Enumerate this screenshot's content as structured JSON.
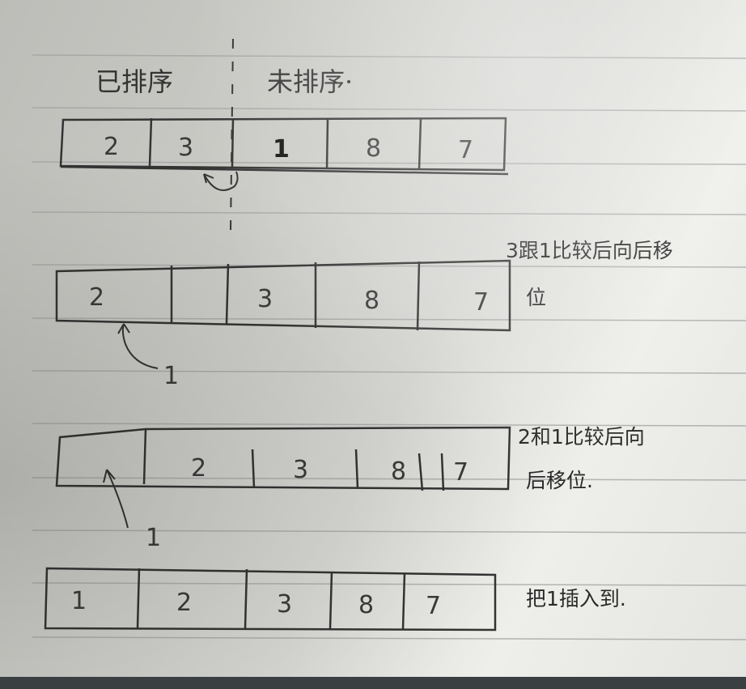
{
  "photo": {
    "labels": {
      "sorted": "已排序",
      "unsorted": "未排序·"
    },
    "rows": [
      {
        "cells": [
          "2",
          "3",
          "1",
          "8",
          "7"
        ]
      },
      {
        "cells": [
          "2",
          "",
          "3",
          "8",
          "7"
        ],
        "moving": "1"
      },
      {
        "cells": [
          "",
          "2",
          "3",
          "8",
          "7"
        ],
        "moving": "1"
      },
      {
        "cells": [
          "1",
          "2",
          "3",
          "8",
          "7"
        ]
      }
    ],
    "notes": {
      "step2_line1": "3跟1比较后向后移",
      "step2_line2": "位",
      "step3_line1": "2和1比较后向",
      "step3_line2": "后移位.",
      "step4_line1": "把1插入到."
    }
  }
}
